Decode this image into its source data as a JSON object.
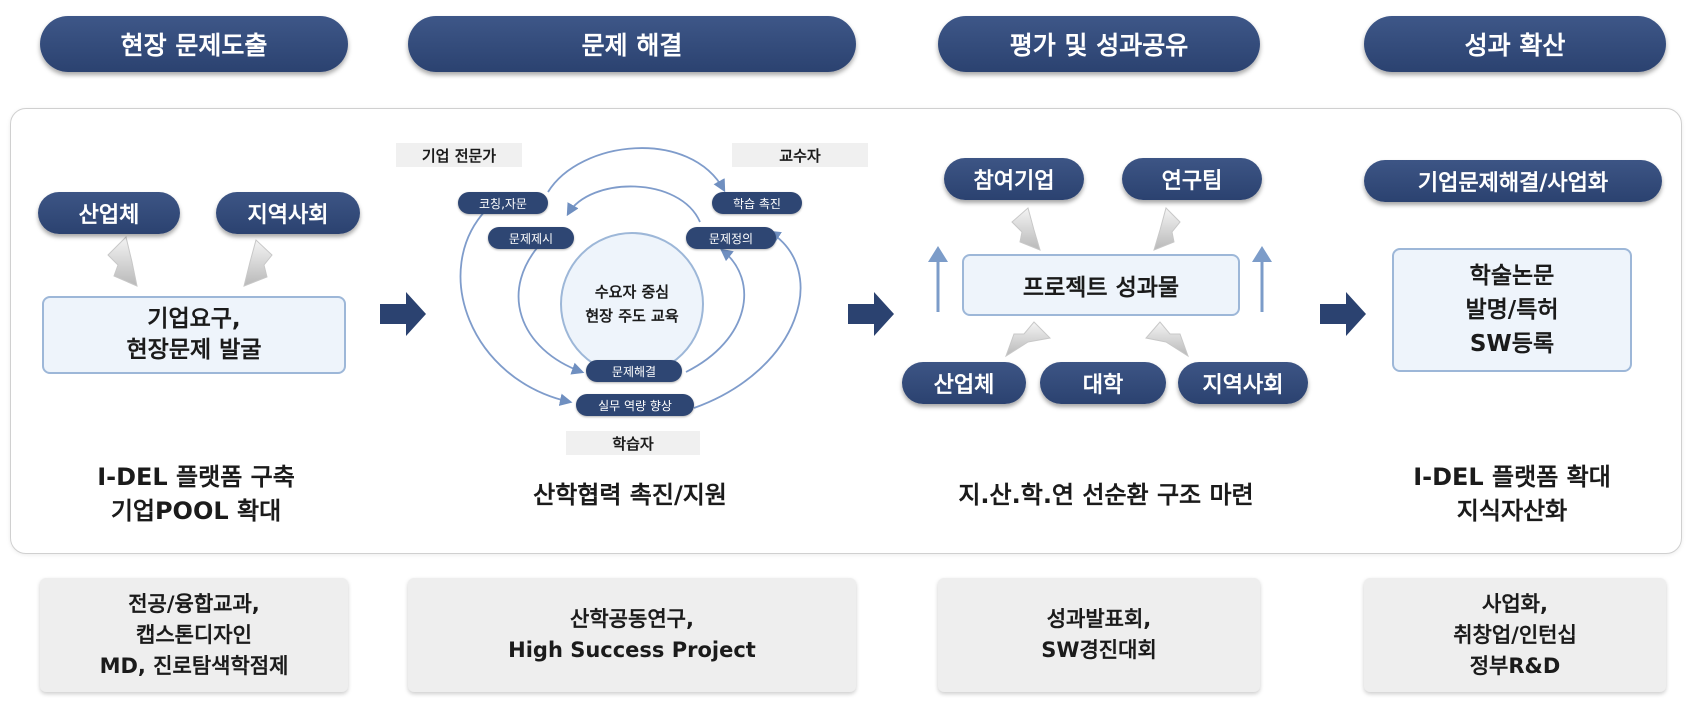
{
  "headers": [
    "현장 문제도출",
    "문제 해결",
    "평가 및 성과공유",
    "성과 확산"
  ],
  "col1": {
    "sources": [
      "산업체",
      "지역사회"
    ],
    "box_line1": "기업요구,",
    "box_line2": "현장문제 발굴",
    "caption_line1": "I-DEL 플랫폼 구축",
    "caption_line2": "기업POOL 확대"
  },
  "col2": {
    "role_top_left": "기업 전문가",
    "role_top_right": "교수자",
    "role_bottom": "학습자",
    "pills": {
      "coaching": "코칭,자문",
      "present_problem": "문제제시",
      "learning_promotion": "학습 촉진",
      "define_problem": "문제정의",
      "solve_problem": "문제해결",
      "practical_skill": "실무 역량 향상"
    },
    "hub_line1": "수요자 중심",
    "hub_line2": "현장 주도 교육",
    "caption": "산학협력 촉진/지원"
  },
  "col3": {
    "inputs": [
      "참여기업",
      "연구팀"
    ],
    "box": "프로젝트 성과물",
    "outputs": [
      "산업체",
      "대학",
      "지역사회"
    ],
    "caption": "지.산.학.연 선순환 구조 마련"
  },
  "col4": {
    "pill": "기업문제해결/사업화",
    "box_line1": "학술논문",
    "box_line2": "발명/특허",
    "box_line3": "SW등록",
    "caption_line1": "I-DEL 플랫폼 확대",
    "caption_line2": "지식자산화"
  },
  "bottom": [
    [
      "전공/융합교과,",
      "캡스톤디자인",
      "MD, 진로탐색학점제"
    ],
    [
      "산학공동연구,",
      "High Success Project"
    ],
    [
      "성과발표회,",
      "SW경진대회"
    ],
    [
      "사업화,",
      "취창업/인턴십",
      "정부R&D"
    ]
  ]
}
